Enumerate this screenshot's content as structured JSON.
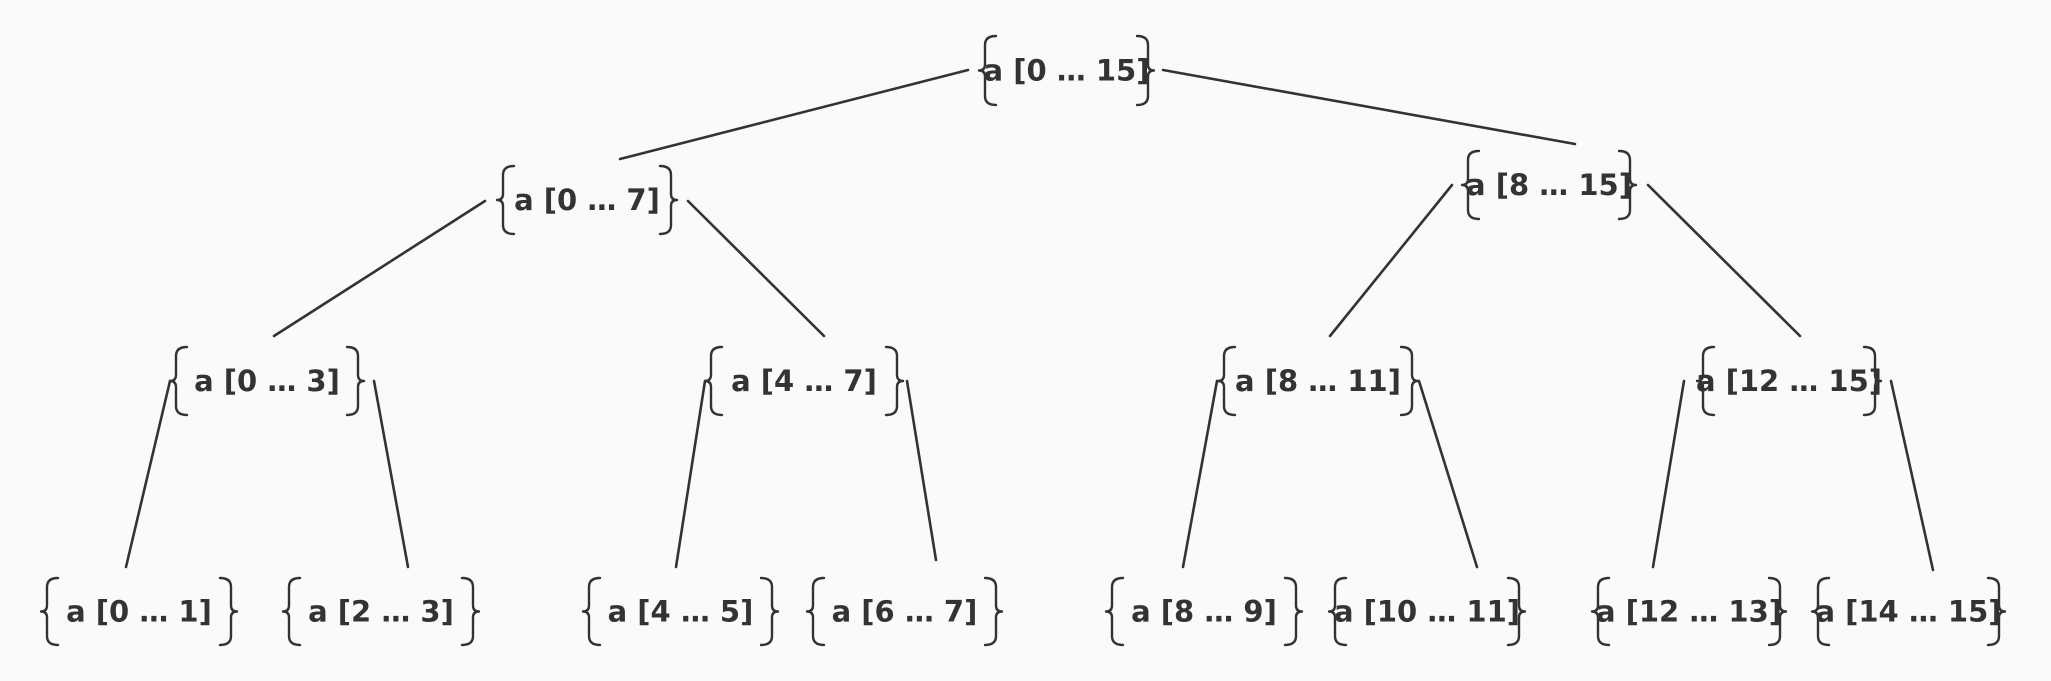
{
  "diagram": {
    "type": "binary-tree",
    "stroke_color": "#333333",
    "background": "#fafafa",
    "nodes": [
      {
        "id": "n0_15",
        "label": "a [0 … 15]"
      },
      {
        "id": "n0_7",
        "label": "a [0 … 7]"
      },
      {
        "id": "n8_15",
        "label": "a [8 … 15]"
      },
      {
        "id": "n0_3",
        "label": "a [0 … 3]"
      },
      {
        "id": "n4_7",
        "label": "a [4 … 7]"
      },
      {
        "id": "n8_11",
        "label": "a [8 … 11]"
      },
      {
        "id": "n12_15",
        "label": "a [12 … 15]"
      },
      {
        "id": "n0_1",
        "label": "a [0 … 1]"
      },
      {
        "id": "n2_3",
        "label": "a [2 … 3]"
      },
      {
        "id": "n4_5",
        "label": "a [4 … 5]"
      },
      {
        "id": "n6_7",
        "label": "a [6 … 7]"
      },
      {
        "id": "n8_9",
        "label": "a [8 … 9]"
      },
      {
        "id": "n10_11",
        "label": "a [10 … 11]"
      },
      {
        "id": "n12_13",
        "label": "a [12 … 13]"
      },
      {
        "id": "n14_15",
        "label": "a [14 … 15]"
      }
    ],
    "edges": [
      [
        "n0_15",
        "n0_7"
      ],
      [
        "n0_15",
        "n8_15"
      ],
      [
        "n0_7",
        "n0_3"
      ],
      [
        "n0_7",
        "n4_7"
      ],
      [
        "n8_15",
        "n8_11"
      ],
      [
        "n8_15",
        "n12_15"
      ],
      [
        "n0_3",
        "n0_1"
      ],
      [
        "n0_3",
        "n2_3"
      ],
      [
        "n4_7",
        "n4_5"
      ],
      [
        "n4_7",
        "n6_7"
      ],
      [
        "n8_11",
        "n8_9"
      ],
      [
        "n8_11",
        "n10_11"
      ],
      [
        "n12_15",
        "n12_13"
      ],
      [
        "n12_15",
        "n14_15"
      ]
    ]
  }
}
